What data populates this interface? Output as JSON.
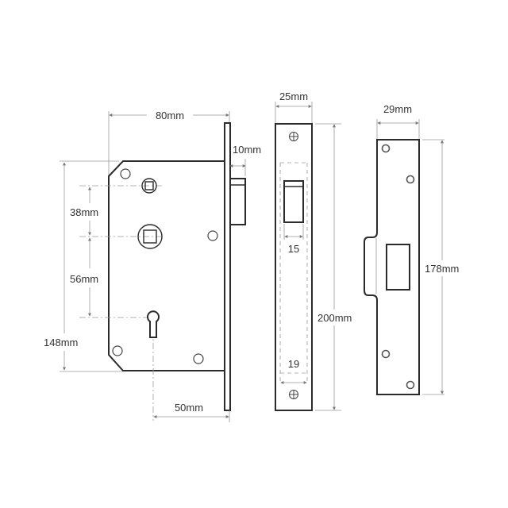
{
  "diagram": {
    "type": "technical-drawing",
    "subject": "mortice sashlock with forend and strike plate",
    "colors": {
      "line": "#2b2b2b",
      "dimension": "#9a9a9a",
      "text": "#333333",
      "background": "#ffffff"
    },
    "lock_body": {
      "dimensions": {
        "width": "80mm",
        "bolt_projection": "10mm",
        "centres_upper": "38mm",
        "centres_lower": "56mm",
        "height": "148mm",
        "backset": "50mm"
      }
    },
    "forend": {
      "dimensions": {
        "width": "25mm",
        "height": "200mm",
        "latch_width": "15",
        "inner_width": "19"
      }
    },
    "strike_plate": {
      "dimensions": {
        "width": "29mm",
        "height": "178mm"
      }
    }
  }
}
